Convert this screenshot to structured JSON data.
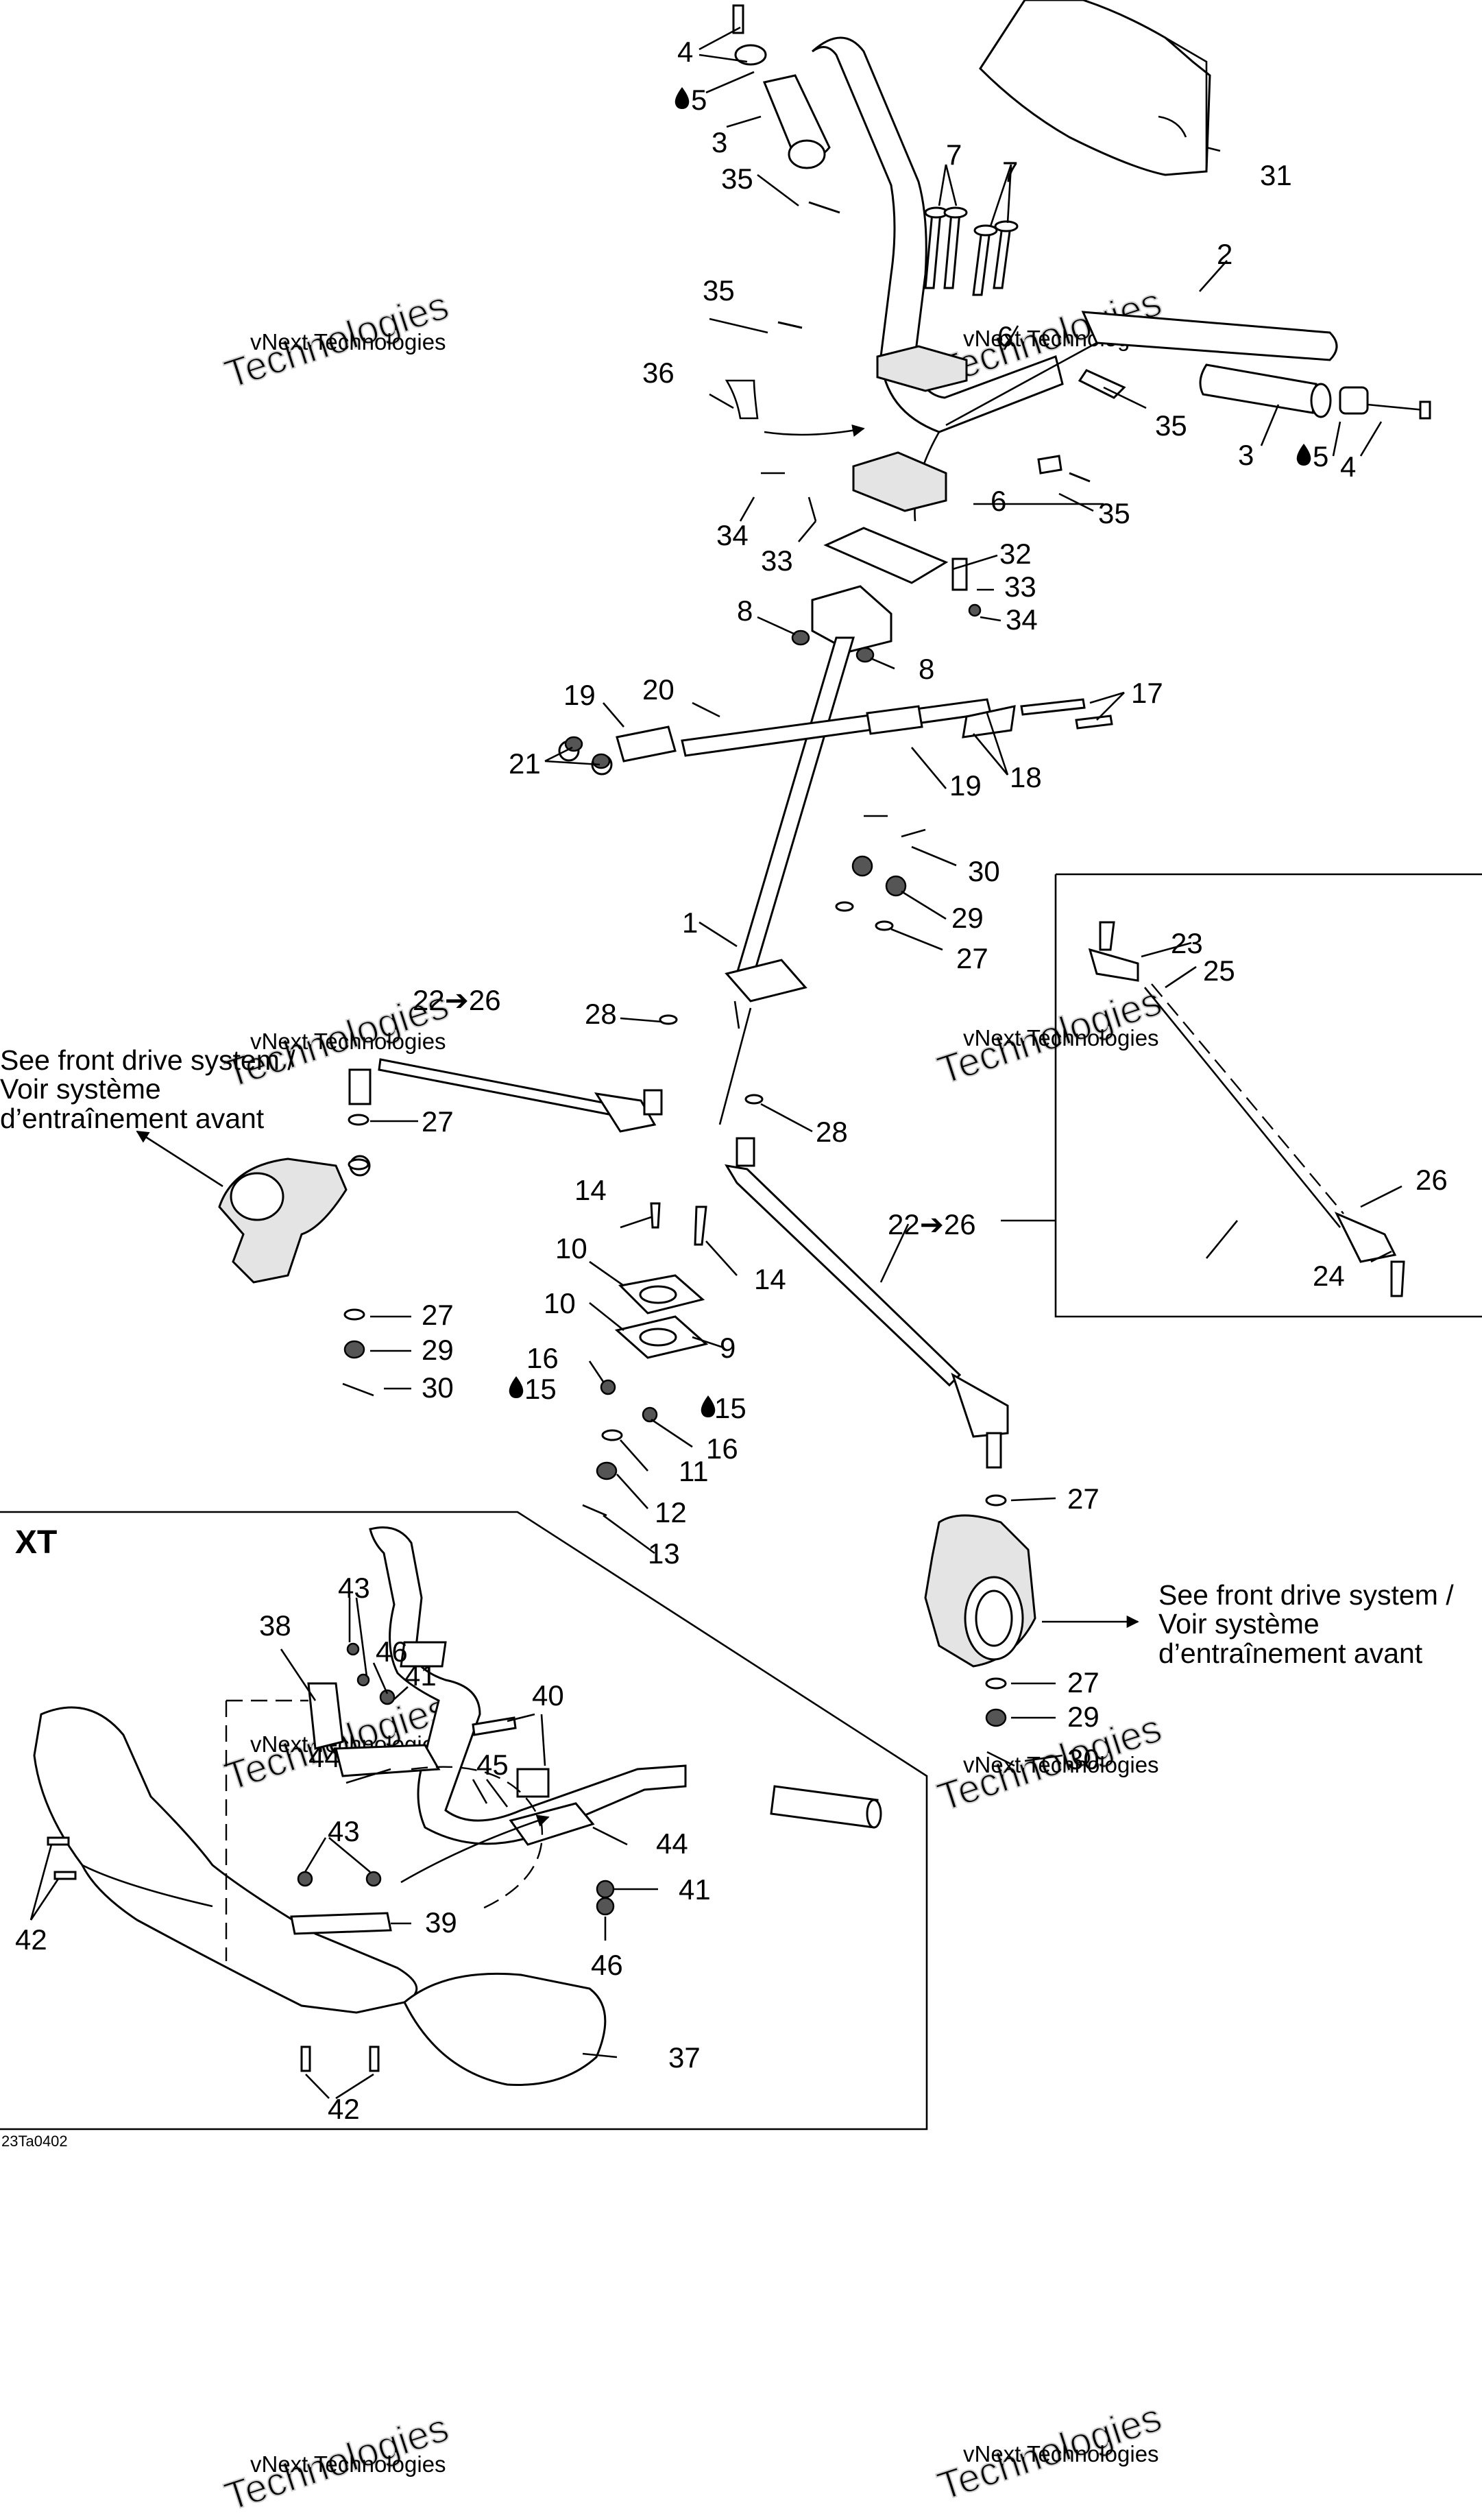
{
  "labels": {
    "l1": "1",
    "l2": "2",
    "l3a": "3",
    "l3b": "3",
    "l4a": "4",
    "l4b": "4",
    "l5a": "5",
    "l5b": "5",
    "l6a": "6",
    "l6b": "6",
    "l7a": "7",
    "l7b": "7",
    "l8a": "8",
    "l8b": "8",
    "l9": "9",
    "l10a": "10",
    "l10b": "10",
    "l11": "11",
    "l12": "12",
    "l13": "13",
    "l14a": "14",
    "l14b": "14",
    "l15a": "15",
    "l15b": "15",
    "l16a": "16",
    "l16b": "16",
    "l17": "17",
    "l18": "18",
    "l19a": "19",
    "l19b": "19",
    "l20": "20",
    "l21": "21",
    "l22a": "22➔26",
    "l22b": "22➔26",
    "l23": "23",
    "l24": "24",
    "l25": "25",
    "l26": "26",
    "l27a": "27",
    "l27b": "27",
    "l27c": "27",
    "l27d": "27",
    "l27e": "27",
    "l28a": "28",
    "l28b": "28",
    "l29a": "29",
    "l29b": "29",
    "l29c": "29",
    "l30a": "30",
    "l30b": "30",
    "l30c": "30",
    "l31": "31",
    "l32": "32",
    "l33a": "33",
    "l33b": "33",
    "l34a": "34",
    "l34b": "34",
    "l35a": "35",
    "l35b": "35",
    "l35c": "35",
    "l35d": "35",
    "l36": "36",
    "l37": "37",
    "l38": "38",
    "l39": "39",
    "l40": "40",
    "l41a": "41",
    "l41b": "41",
    "l42a": "42",
    "l42b": "42",
    "l43a": "43",
    "l43b": "43",
    "l44a": "44",
    "l44b": "44",
    "l45": "45",
    "l46a": "46",
    "l46b": "46"
  },
  "notes": {
    "left_line1": "See front drive system /",
    "left_line2": "Voir système",
    "left_line3": "d’entraînement avant",
    "right_line1": "See front drive system /",
    "right_line2": "Voir système",
    "right_line3": "d’entraînement avant"
  },
  "inset_title": "XT",
  "figure_code": "23Ta0402",
  "watermark": {
    "line1": "vNext Technologies",
    "line2": "Technologies"
  },
  "colors": {
    "ink": "#000000",
    "watermark": "#cfcfcf"
  },
  "icons": {
    "lubricant": "oil-drop-icon",
    "leader_arrow": "arrow-icon"
  }
}
